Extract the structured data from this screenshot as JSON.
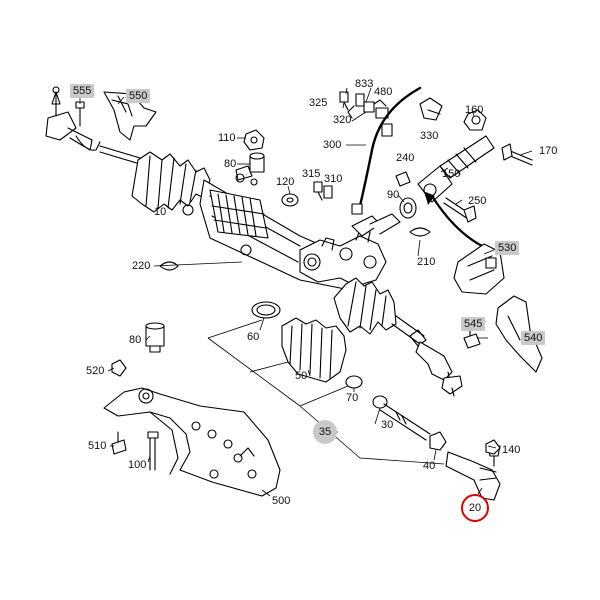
{
  "accent_color": "#e00000",
  "callout_color": "#c9c9c9",
  "parts": {
    "p555": "555",
    "p550": "550",
    "p833": "833",
    "p480": "480",
    "p325": "325",
    "p320": "320",
    "p330": "330",
    "p160": "160",
    "p110": "110",
    "p300": "300",
    "p170": "170",
    "p80a": "80",
    "p240": "240",
    "p150": "150",
    "p120": "120",
    "p315": "315",
    "p310": "310",
    "p90": "90",
    "p250": "250",
    "p10": "10",
    "p220": "220",
    "p210": "210",
    "p530": "530",
    "p60": "60",
    "p80b": "80",
    "p545": "545",
    "p540": "540",
    "p520": "520",
    "p50": "50",
    "p70": "70",
    "p30": "30",
    "p35": "35",
    "p510": "510",
    "p140": "140",
    "p100": "100",
    "p40": "40",
    "p20": "20",
    "p500": "500"
  }
}
